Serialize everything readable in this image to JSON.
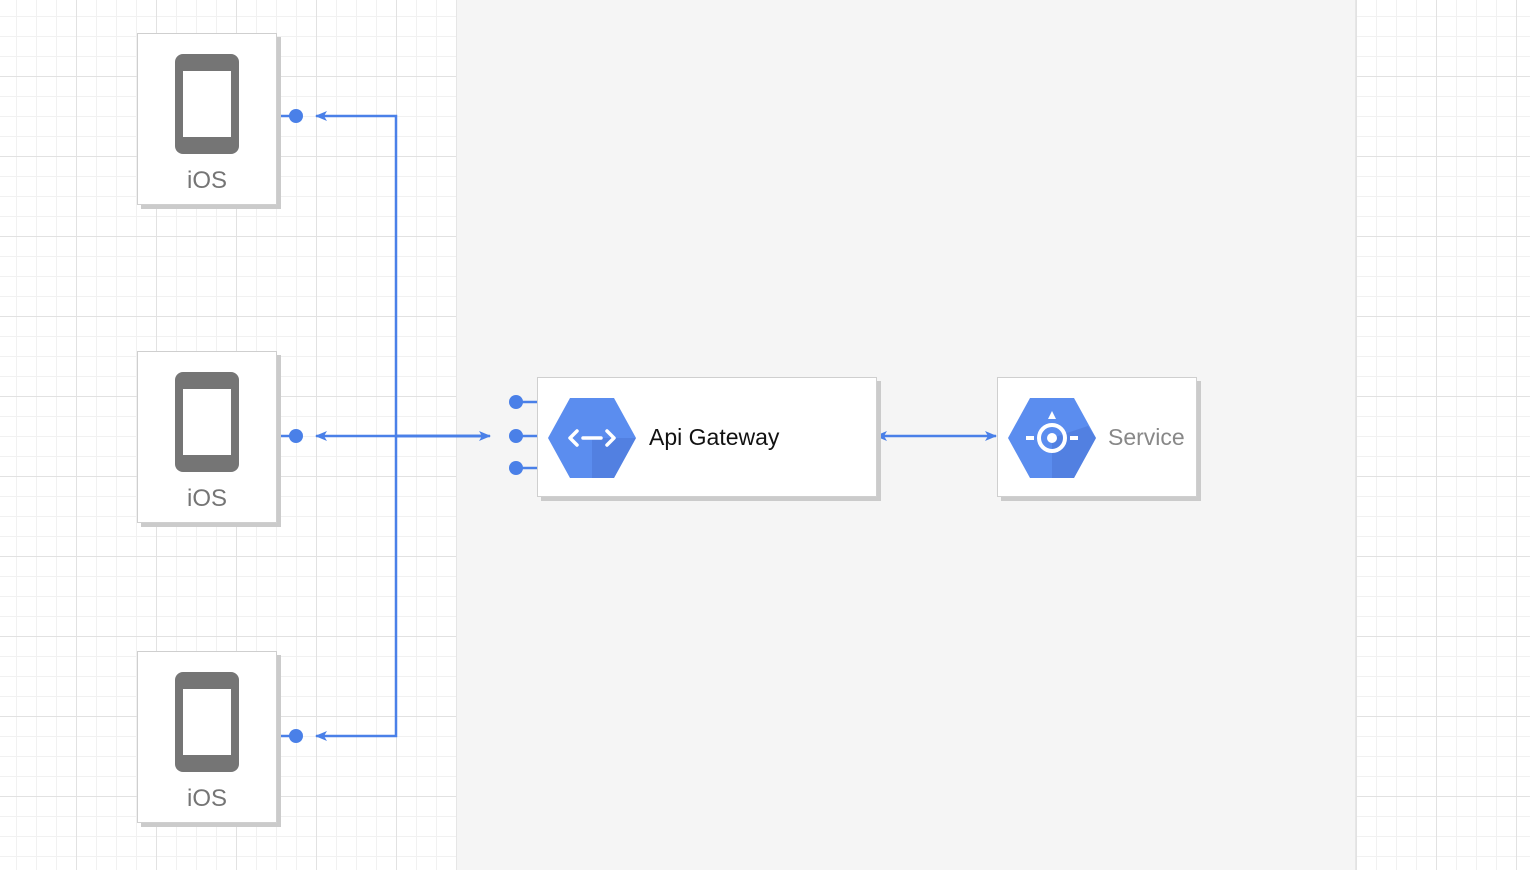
{
  "devices": [
    {
      "label": "iOS",
      "icon": "phone-icon"
    },
    {
      "label": "iOS",
      "icon": "phone-icon"
    },
    {
      "label": "iOS",
      "icon": "phone-icon"
    }
  ],
  "gateway": {
    "label": "Api Gateway",
    "icon": "api-gateway-icon"
  },
  "service": {
    "label": "Service",
    "icon": "app-engine-icon"
  },
  "colors": {
    "connector": "#4a80e8",
    "hex_fill": "#5b8def",
    "hex_shadow": "#4a76d6",
    "device_icon": "#757575",
    "zone_background": "#f5f5f5"
  }
}
